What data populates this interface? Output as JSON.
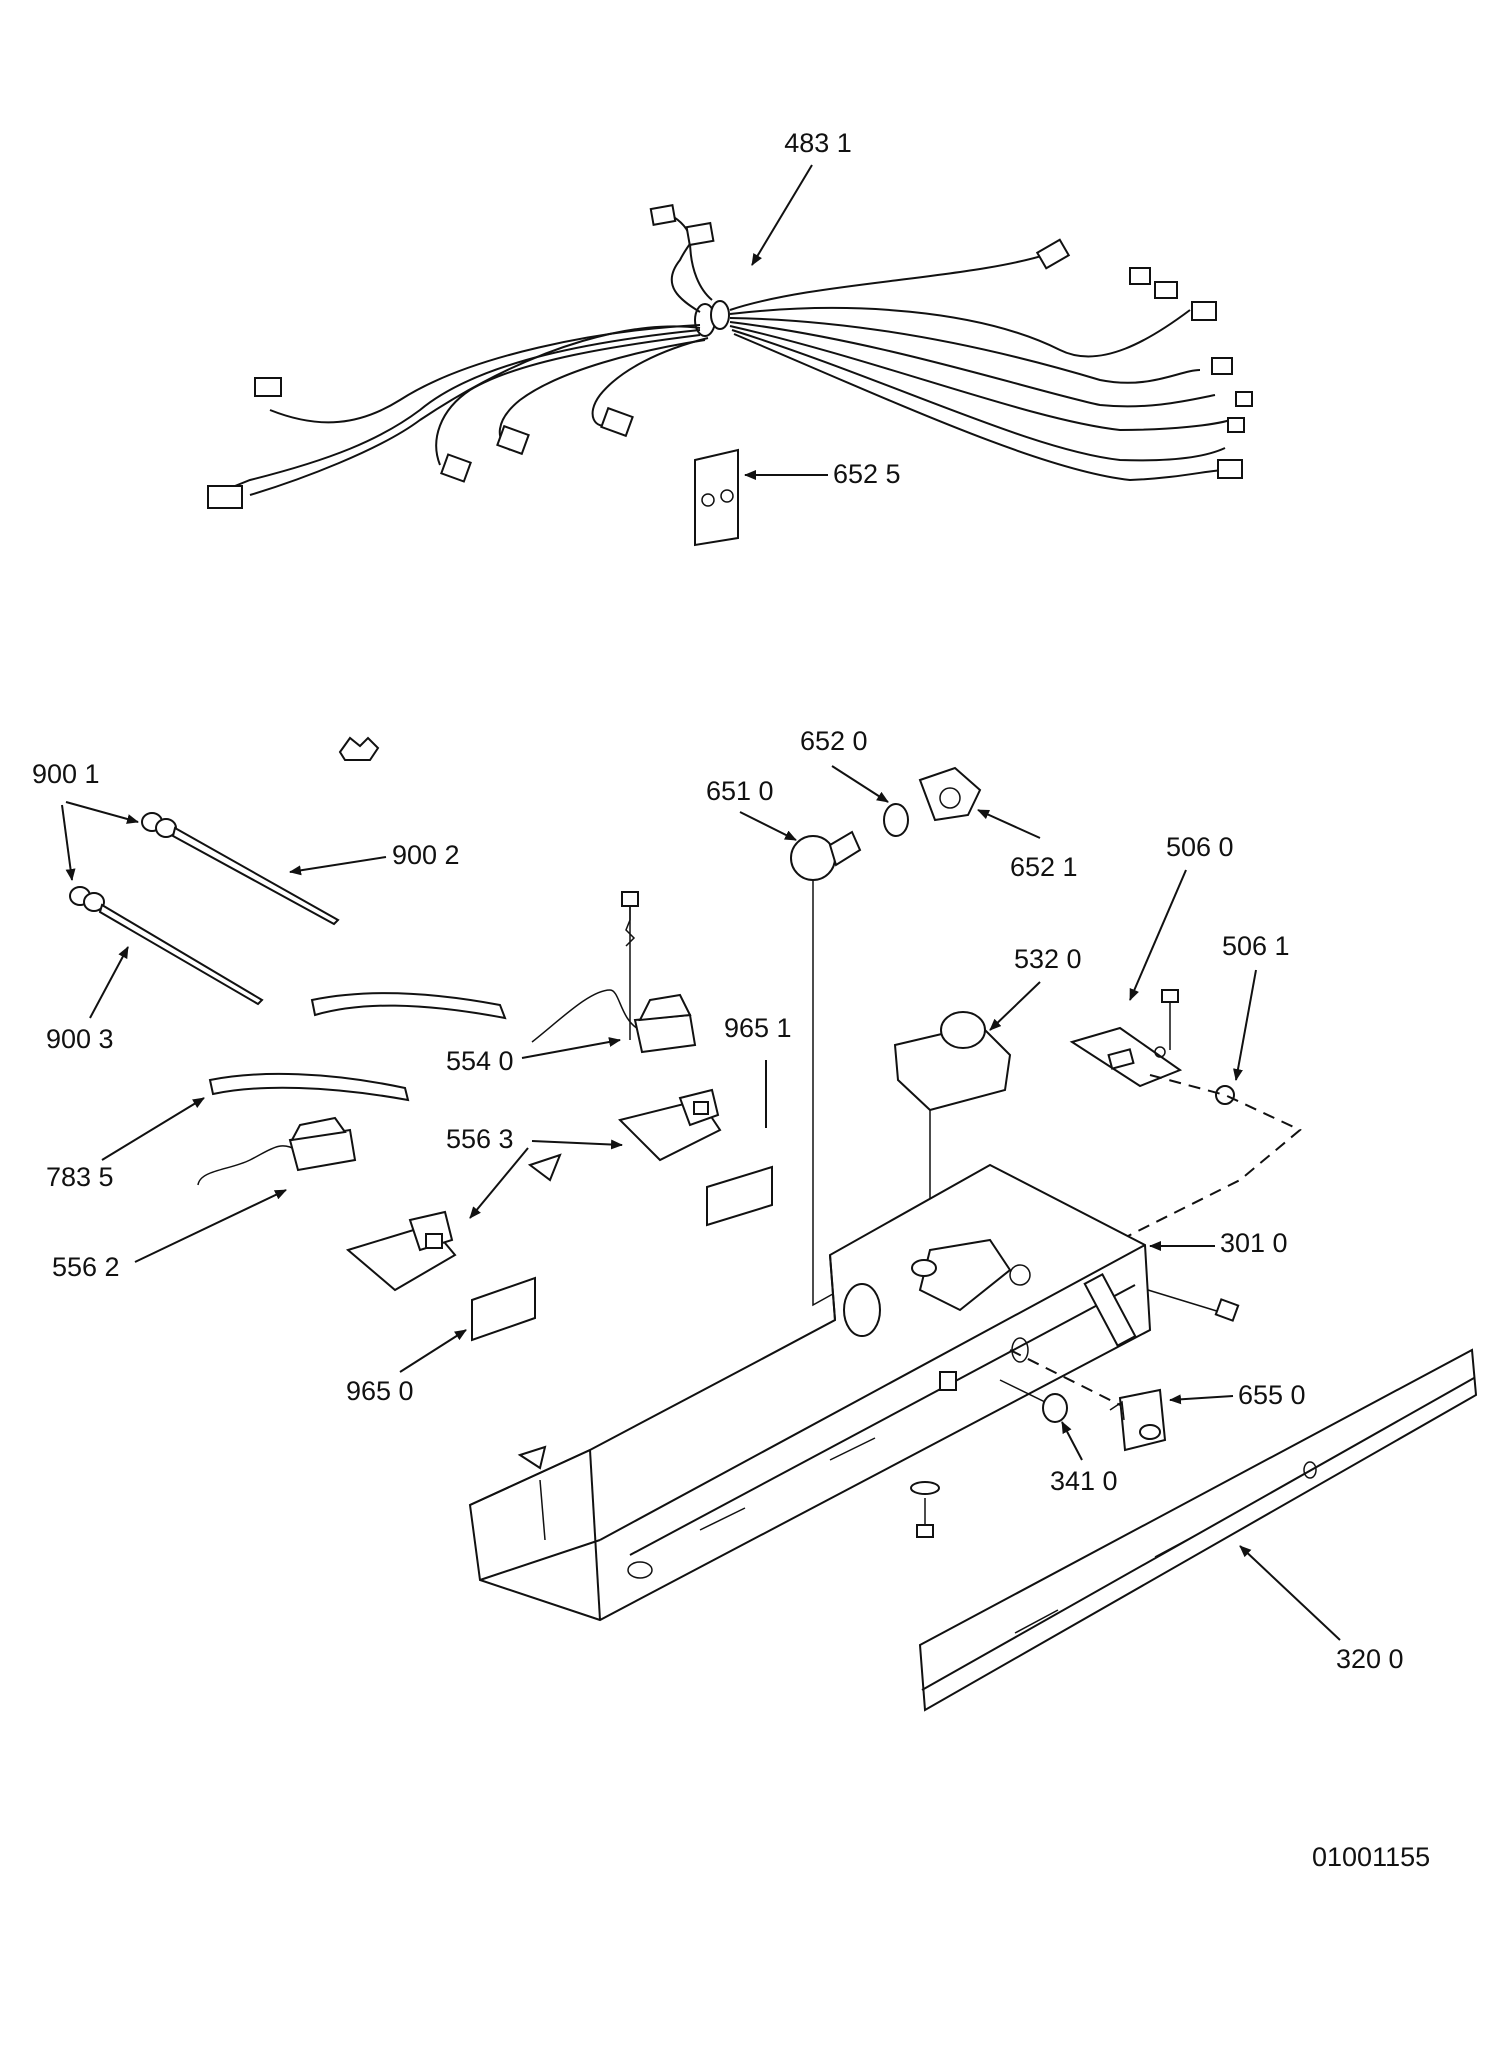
{
  "labels": {
    "p4831": "483 1",
    "p6525": "652 5",
    "p9001": "900 1",
    "p9002": "900 2",
    "p9003": "900 3",
    "p6510": "651 0",
    "p6520": "652 0",
    "p6521": "652 1",
    "p5060": "506 0",
    "p5061": "506 1",
    "p5320": "532 0",
    "p5540": "554 0",
    "p9651": "965 1",
    "p7835": "783 5",
    "p5563": "556 3",
    "p5562": "556 2",
    "p3010": "301 0",
    "p9650": "965 0",
    "p6550": "655 0",
    "p3410": "341 0",
    "p3200": "320 0"
  },
  "drawing_number": "01001155"
}
